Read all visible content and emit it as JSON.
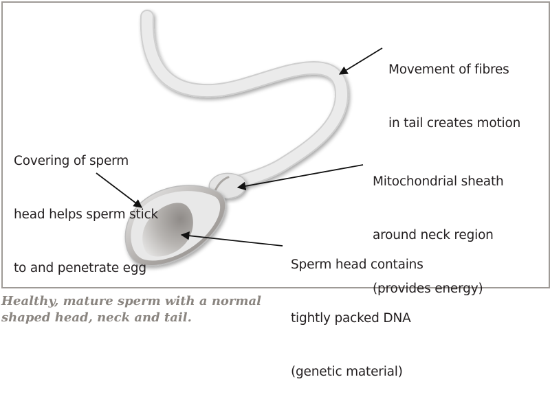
{
  "diagram": {
    "subject": "Sperm cell",
    "labels": {
      "tail": {
        "lines": [
          "Movement of fibres",
          "in tail creates motion"
        ]
      },
      "covering": {
        "lines": [
          "Covering of sperm",
          "head helps sperm stick",
          "to and penetrate egg"
        ]
      },
      "mitochondria": {
        "lines": [
          "Mitochondrial sheath",
          "around neck region",
          "(provides energy)"
        ]
      },
      "dna": {
        "lines": [
          "Sperm head contains",
          "tightly packed DNA",
          "(genetic material)"
        ]
      }
    },
    "parts": [
      "head",
      "acrosome-covering",
      "nucleus",
      "neck",
      "mitochondrial-sheath",
      "tail"
    ],
    "colors": {
      "frame": "#9e9a96",
      "cell_fill": "#e6e6e6",
      "cell_edge": "#c9c9c9",
      "nucleus_dark": "#8e8a86",
      "nucleus_light": "#d2d0ce",
      "arrow": "#111111",
      "text": "#231f20",
      "caption": "#8a8580"
    }
  },
  "caption": {
    "lines": [
      "Healthy, mature sperm with a normal",
      "shaped head, neck and tail."
    ]
  }
}
